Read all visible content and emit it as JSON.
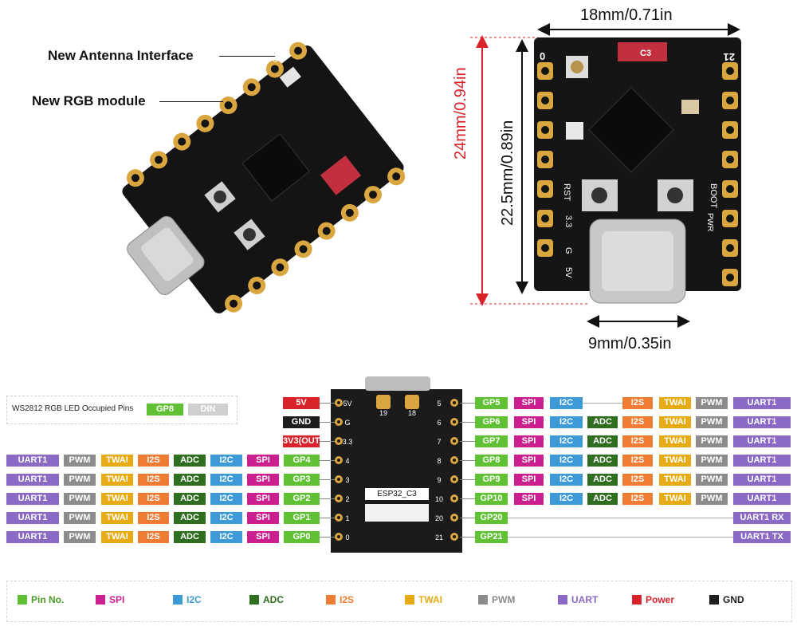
{
  "callouts": {
    "antenna": "New Antenna Interface",
    "rgb": "New RGB module"
  },
  "dimensions": {
    "width": "18mm/0.71in",
    "outer_height": "24mm/0.94in",
    "inner_height": "22.5mm/0.89in",
    "usb_width": "9mm/0.35in"
  },
  "board_silk": {
    "pin0": "0",
    "pin21": "21",
    "rst": "RST",
    "boot": "BOOT",
    "pwr": "PWR",
    "v33": "3.3",
    "g": "G",
    "v5": "5V",
    "chip": "C3",
    "back_label": "ESP32_C3",
    "pad19": "19",
    "pad18": "18"
  },
  "ws2812": {
    "label": "WS2812 RGB LED Occupied Pins",
    "pin": "GP8",
    "din": "DIN"
  },
  "colors": {
    "pin": "#5fc133",
    "spi": "#cc1f8f",
    "i2c": "#3d9ad6",
    "adc": "#2f6e1e",
    "i2s": "#ee7d33",
    "twai": "#e8ab16",
    "pwm": "#8c8c8c",
    "uart": "#8a6ac4",
    "power": "#d8232a",
    "gnd": "#1d1d1d"
  },
  "power_pins": [
    {
      "label": "5V",
      "num": "5V",
      "type": "power"
    },
    {
      "label": "GND",
      "num": "G",
      "type": "gnd"
    },
    {
      "label": "3V3(OUT)",
      "num": "3.3",
      "type": "power"
    }
  ],
  "left_pins": [
    {
      "num": "4",
      "tags": [
        [
          "UART1",
          "uart"
        ],
        [
          "PWM",
          "pwm"
        ],
        [
          "TWAI",
          "twai"
        ],
        [
          "I2S",
          "i2s"
        ],
        [
          "ADC",
          "adc"
        ],
        [
          "I2C",
          "i2c"
        ],
        [
          "SPI",
          "spi"
        ],
        [
          "GP4",
          "pin"
        ]
      ]
    },
    {
      "num": "3",
      "tags": [
        [
          "UART1",
          "uart"
        ],
        [
          "PWM",
          "pwm"
        ],
        [
          "TWAI",
          "twai"
        ],
        [
          "I2S",
          "i2s"
        ],
        [
          "ADC",
          "adc"
        ],
        [
          "I2C",
          "i2c"
        ],
        [
          "SPI",
          "spi"
        ],
        [
          "GP3",
          "pin"
        ]
      ]
    },
    {
      "num": "2",
      "tags": [
        [
          "UART1",
          "uart"
        ],
        [
          "PWM",
          "pwm"
        ],
        [
          "TWAI",
          "twai"
        ],
        [
          "I2S",
          "i2s"
        ],
        [
          "ADC",
          "adc"
        ],
        [
          "I2C",
          "i2c"
        ],
        [
          "SPI",
          "spi"
        ],
        [
          "GP2",
          "pin"
        ]
      ]
    },
    {
      "num": "1",
      "tags": [
        [
          "UART1",
          "uart"
        ],
        [
          "PWM",
          "pwm"
        ],
        [
          "TWAI",
          "twai"
        ],
        [
          "I2S",
          "i2s"
        ],
        [
          "ADC",
          "adc"
        ],
        [
          "I2C",
          "i2c"
        ],
        [
          "SPI",
          "spi"
        ],
        [
          "GP1",
          "pin"
        ]
      ]
    },
    {
      "num": "0",
      "tags": [
        [
          "UART1",
          "uart"
        ],
        [
          "PWM",
          "pwm"
        ],
        [
          "TWAI",
          "twai"
        ],
        [
          "I2S",
          "i2s"
        ],
        [
          "ADC",
          "adc"
        ],
        [
          "I2C",
          "i2c"
        ],
        [
          "SPI",
          "spi"
        ],
        [
          "GP0",
          "pin"
        ]
      ]
    }
  ],
  "right_pins": [
    {
      "num": "5",
      "tags": [
        [
          "GP5",
          "pin"
        ],
        [
          "SPI",
          "spi"
        ],
        [
          "I2C",
          "i2c"
        ],
        [
          "",
          "none"
        ],
        [
          "I2S",
          "i2s"
        ],
        [
          "TWAI",
          "twai"
        ],
        [
          "PWM",
          "pwm"
        ],
        [
          "UART1",
          "uart"
        ]
      ]
    },
    {
      "num": "6",
      "tags": [
        [
          "GP6",
          "pin"
        ],
        [
          "SPI",
          "spi"
        ],
        [
          "I2C",
          "i2c"
        ],
        [
          "ADC",
          "adc"
        ],
        [
          "I2S",
          "i2s"
        ],
        [
          "TWAI",
          "twai"
        ],
        [
          "PWM",
          "pwm"
        ],
        [
          "UART1",
          "uart"
        ]
      ]
    },
    {
      "num": "7",
      "tags": [
        [
          "GP7",
          "pin"
        ],
        [
          "SPI",
          "spi"
        ],
        [
          "I2C",
          "i2c"
        ],
        [
          "ADC",
          "adc"
        ],
        [
          "I2S",
          "i2s"
        ],
        [
          "TWAI",
          "twai"
        ],
        [
          "PWM",
          "pwm"
        ],
        [
          "UART1",
          "uart"
        ]
      ]
    },
    {
      "num": "8",
      "tags": [
        [
          "GP8",
          "pin"
        ],
        [
          "SPI",
          "spi"
        ],
        [
          "I2C",
          "i2c"
        ],
        [
          "ADC",
          "adc"
        ],
        [
          "I2S",
          "i2s"
        ],
        [
          "TWAI",
          "twai"
        ],
        [
          "PWM",
          "pwm"
        ],
        [
          "UART1",
          "uart"
        ]
      ]
    },
    {
      "num": "9",
      "tags": [
        [
          "GP9",
          "pin"
        ],
        [
          "SPI",
          "spi"
        ],
        [
          "I2C",
          "i2c"
        ],
        [
          "ADC",
          "adc"
        ],
        [
          "I2S",
          "i2s"
        ],
        [
          "TWAI",
          "twai"
        ],
        [
          "PWM",
          "pwm"
        ],
        [
          "UART1",
          "uart"
        ]
      ]
    },
    {
      "num": "10",
      "tags": [
        [
          "GP10",
          "pin"
        ],
        [
          "SPI",
          "spi"
        ],
        [
          "I2C",
          "i2c"
        ],
        [
          "ADC",
          "adc"
        ],
        [
          "I2S",
          "i2s"
        ],
        [
          "TWAI",
          "twai"
        ],
        [
          "PWM",
          "pwm"
        ],
        [
          "UART1",
          "uart"
        ]
      ]
    },
    {
      "num": "20",
      "tags": [
        [
          "GP20",
          "pin"
        ],
        [
          "UART1 RX",
          "uart"
        ]
      ]
    },
    {
      "num": "21",
      "tags": [
        [
          "GP21",
          "pin"
        ],
        [
          "UART1 TX",
          "uart"
        ]
      ]
    }
  ],
  "legend": [
    {
      "label": "Pin No.",
      "type": "pin"
    },
    {
      "label": "SPI",
      "type": "spi"
    },
    {
      "label": "I2C",
      "type": "i2c"
    },
    {
      "label": "ADC",
      "type": "adc"
    },
    {
      "label": "I2S",
      "type": "i2s"
    },
    {
      "label": "TWAI",
      "type": "twai"
    },
    {
      "label": "PWM",
      "type": "pwm"
    },
    {
      "label": "UART",
      "type": "uart"
    },
    {
      "label": "Power",
      "type": "power"
    },
    {
      "label": "GND",
      "type": "gnd"
    }
  ]
}
